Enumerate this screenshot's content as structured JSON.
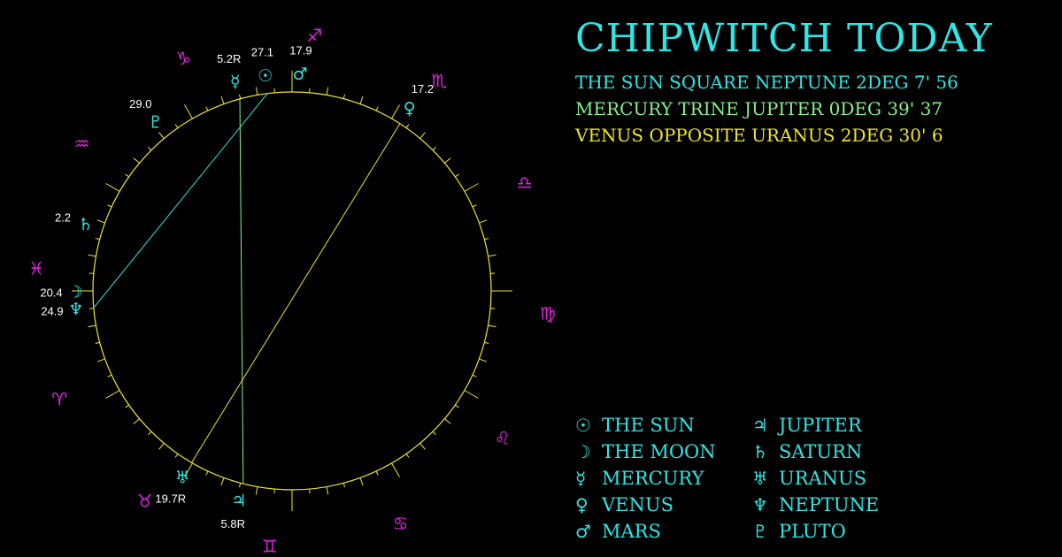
{
  "header": {
    "title": "CHIPWITCH TODAY"
  },
  "aspects": [
    {
      "text": "THE SUN SQUARE NEPTUNE 2DEG 7' 56",
      "color": "#2ee6e6"
    },
    {
      "text": "MERCURY TRINE JUPITER 0DEG 39' 37",
      "color": "#86f08a"
    },
    {
      "text": "VENUS OPPOSITE URANUS 2DEG 30' 6",
      "color": "#f0e62a"
    }
  ],
  "legend": [
    {
      "symbol": "☉",
      "name": "THE SUN",
      "icon": "sun-icon"
    },
    {
      "symbol": "♃",
      "name": "JUPITER",
      "icon": "jupiter-icon"
    },
    {
      "symbol": "☽",
      "name": "THE MOON",
      "icon": "moon-icon"
    },
    {
      "symbol": "♄",
      "name": "SATURN",
      "icon": "saturn-icon"
    },
    {
      "symbol": "☿",
      "name": "MERCURY",
      "icon": "mercury-icon"
    },
    {
      "symbol": "♅",
      "name": "URANUS",
      "icon": "uranus-icon"
    },
    {
      "symbol": "♀",
      "name": "VENUS",
      "icon": "venus-icon"
    },
    {
      "symbol": "♆",
      "name": "NEPTUNE",
      "icon": "neptune-icon"
    },
    {
      "symbol": "♂",
      "name": "MARS",
      "icon": "mars-icon"
    },
    {
      "symbol": "♇",
      "name": "PLUTO",
      "icon": "pluto-icon"
    }
  ],
  "zodiac_signs": [
    {
      "name": "aries",
      "symbol": "♈"
    },
    {
      "name": "taurus",
      "symbol": "♉"
    },
    {
      "name": "gemini",
      "symbol": "♊"
    },
    {
      "name": "cancer",
      "symbol": "♋"
    },
    {
      "name": "leo",
      "symbol": "♌"
    },
    {
      "name": "virgo",
      "symbol": "♍"
    },
    {
      "name": "libra",
      "symbol": "♎"
    },
    {
      "name": "scorpio",
      "symbol": "♏"
    },
    {
      "name": "sagittarius",
      "symbol": "♐"
    },
    {
      "name": "capricorn",
      "symbol": "♑"
    },
    {
      "name": "aquarius",
      "symbol": "♒"
    },
    {
      "name": "pisces",
      "symbol": "♓"
    }
  ],
  "planets": [
    {
      "name": "sun",
      "symbol": "☉",
      "sign": "sagittarius",
      "degree": 27.1,
      "label": "27.1"
    },
    {
      "name": "mars",
      "symbol": "♂",
      "sign": "sagittarius",
      "degree": 17.9,
      "label": "17.9"
    },
    {
      "name": "mercury",
      "symbol": "☿",
      "sign": "capricorn",
      "degree": 5.2,
      "label": "5.2R"
    },
    {
      "name": "pluto",
      "symbol": "♇",
      "sign": "capricorn",
      "degree": 29.0,
      "label": "29.0"
    },
    {
      "name": "venus",
      "symbol": "♀",
      "sign": "scorpio",
      "degree": 17.2,
      "label": "17.2"
    },
    {
      "name": "saturn",
      "symbol": "♄",
      "sign": "pisces",
      "degree": 2.2,
      "label": "2.2"
    },
    {
      "name": "moon",
      "symbol": "☽",
      "sign": "pisces",
      "degree": 20.4,
      "label": "20.4"
    },
    {
      "name": "neptune",
      "symbol": "♆",
      "sign": "pisces",
      "degree": 24.9,
      "label": "24.9"
    },
    {
      "name": "jupiter",
      "symbol": "♃",
      "sign": "gemini",
      "degree": 5.8,
      "label": "5.8R"
    },
    {
      "name": "uranus",
      "symbol": "♅",
      "sign": "taurus",
      "degree": 19.7,
      "label": "19.7R"
    }
  ],
  "aspect_lines": [
    {
      "from": "sun",
      "to": "neptune",
      "color": "#2ee6e6"
    },
    {
      "from": "mercury",
      "to": "jupiter",
      "color": "#86f08a"
    },
    {
      "from": "venus",
      "to": "uranus",
      "color": "#f0e62a"
    }
  ],
  "colors": {
    "background": "#000000",
    "wheel": "#f0e62a",
    "sign": "#e622e6",
    "planet": "#2ee6e6",
    "label": "#ffffff"
  }
}
